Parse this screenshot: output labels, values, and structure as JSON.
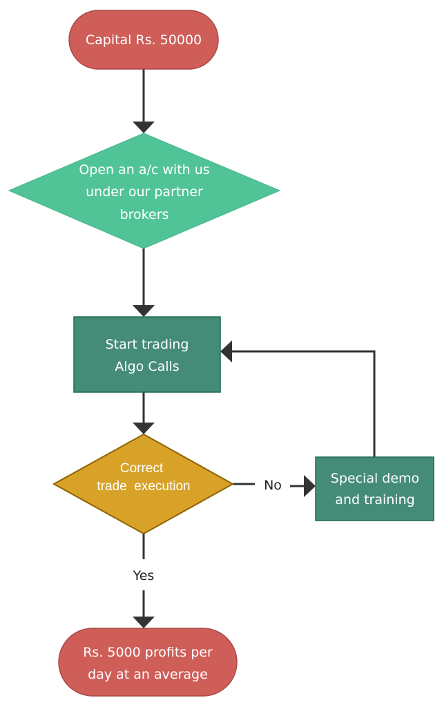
{
  "diagram": {
    "colors": {
      "terminator_fill": "#cf5d58",
      "terminator_stroke": "#a94a46",
      "input_fill": "#50c496",
      "process_fill": "#448c78",
      "process_stroke": "#1f6b50",
      "decision_fill": "#d8a229",
      "decision_stroke": "#8d6400",
      "connector": "#333333"
    },
    "nodes": {
      "start": {
        "type": "terminator",
        "text": "Capital Rs. 50000"
      },
      "open_account": {
        "type": "decision-shape",
        "lines": [
          "Open an a/c with us",
          "under our partner",
          "brokers"
        ]
      },
      "start_trading": {
        "type": "process",
        "lines": [
          "Start trading",
          "Algo Calls"
        ]
      },
      "correct_execution": {
        "type": "decision",
        "lines": [
          "Correct",
          "trade  execution"
        ]
      },
      "special_demo": {
        "type": "process",
        "lines": [
          "Special demo",
          "and training"
        ]
      },
      "end": {
        "type": "terminator",
        "lines": [
          "Rs. 5000 profits per",
          "day at an average"
        ]
      }
    },
    "edges": [
      {
        "from": "start",
        "to": "open_account",
        "label": ""
      },
      {
        "from": "open_account",
        "to": "start_trading",
        "label": ""
      },
      {
        "from": "start_trading",
        "to": "correct_execution",
        "label": ""
      },
      {
        "from": "correct_execution",
        "to": "special_demo",
        "label": "No"
      },
      {
        "from": "special_demo",
        "to": "start_trading",
        "label": ""
      },
      {
        "from": "correct_execution",
        "to": "end",
        "label": "Yes"
      }
    ]
  }
}
